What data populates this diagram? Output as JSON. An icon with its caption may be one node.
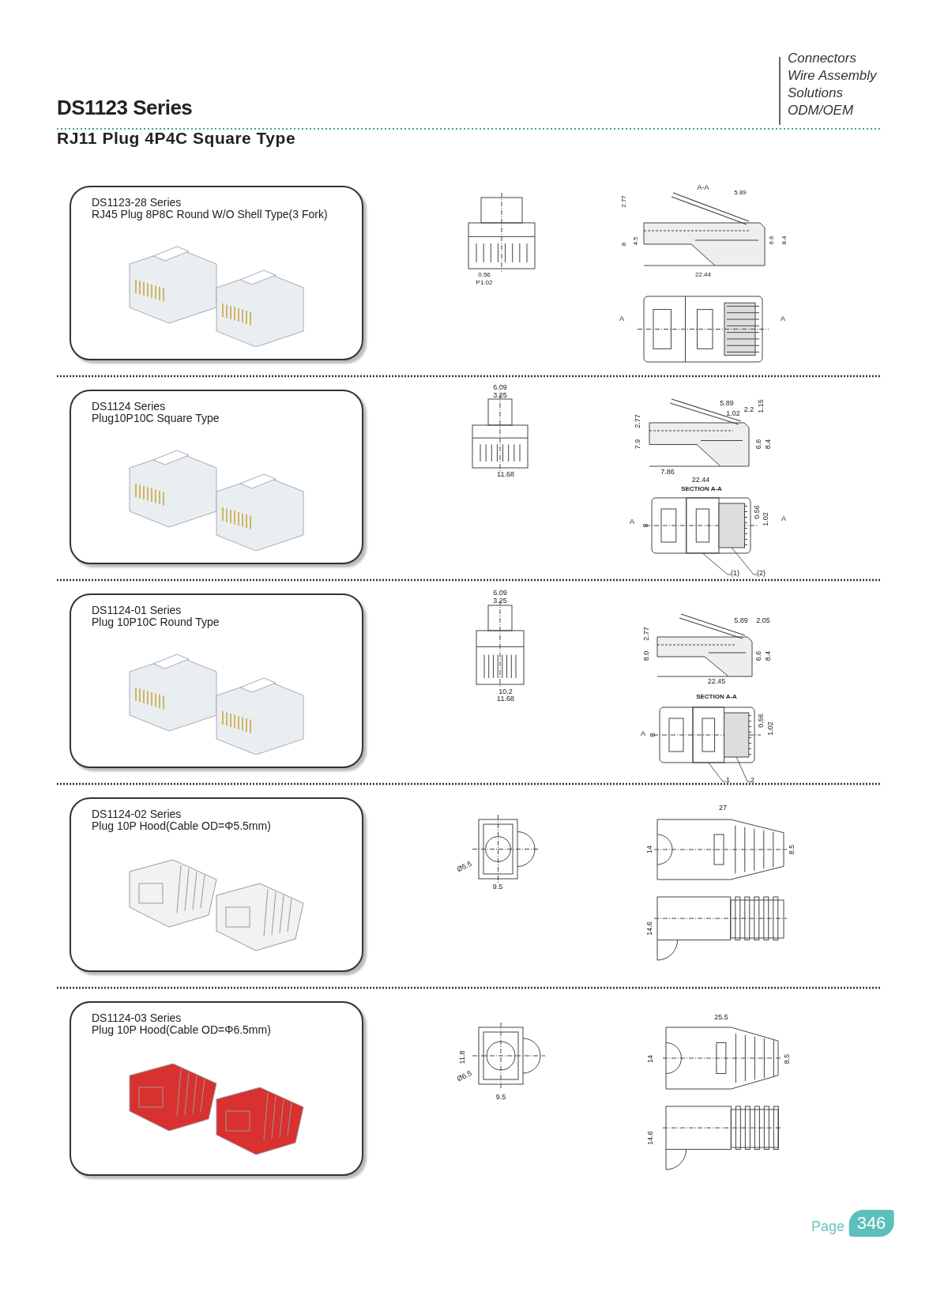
{
  "diagram": {
    "title": "DS1123 Series",
    "nodes": [
      {
        "text": [
          "DS1123-28 Series",
          "RJ45 Plug 8P8C Round W/O Shell Type(3 Fork)"
        ]
      },
      {
        "text": [
          "DS1124 Series",
          "Plug10P10C Square Type"
        ]
      },
      {
        "text": [
          "DS1124-01 Series",
          "Plug 10P10C Round Type"
        ]
      },
      {
        "text": [
          "DS1124-02 Series",
          "Plug 10P Hood(Cable OD=Φ5.5mm)"
        ]
      },
      {
        "text": [
          "DS1124-03 Series",
          "Plug 10P Hood(Cable OD=Φ6.5mm)"
        ]
      },
      {
        "text": [
          "(1)"
        ]
      },
      {
        "text": [
          "(2)"
        ]
      },
      {
        "text": [
          "1"
        ]
      },
      {
        "text": [
          "2"
        ]
      },
      {
        "text": [],
        "shape": "box"
      },
      {
        "text": [],
        "shape": "box"
      },
      {
        "text": [],
        "shape": "box"
      },
      {
        "text": [],
        "shape": "box"
      }
    ],
    "edges": [
      {
        "from": 5,
        "to": 9,
        "arrow": "none"
      },
      {
        "from": 6,
        "to": 10,
        "arrow": "none"
      },
      {
        "from": 7,
        "to": 11,
        "arrow": "none"
      },
      {
        "from": 8,
        "to": 12,
        "arrow": "none"
      }
    ],
    "labels": [
      "RJ11 Plug 4P4C Square Type",
      "Connectors",
      "Wire Assembly",
      "Solutions",
      "ODM/OEM",
      "0.56",
      "P1.02",
      "A-A",
      "5.89",
      "2.77",
      "8",
      "4.5",
      "6.6",
      "8.4",
      "22.44",
      "A",
      "A",
      "6.09",
      "3.25",
      "11.68",
      "5.89",
      "2.2",
      "1.15",
      "1.02",
      "2.77",
      "7.9",
      "6.6",
      "8.4",
      "7.86",
      "22.44",
      "SECTION A-A",
      "A",
      "8",
      "0.56",
      "1.02",
      "A",
      "6.09",
      "3.25",
      "10.2",
      "11.68",
      "5.89",
      "2.05",
      "2.77",
      "8.0",
      "6.6",
      "8.4",
      "22.45",
      "SECTION A-A",
      "A",
      "8",
      "0.56",
      "1.02",
      "Ø5.5",
      "9.5",
      "27",
      "14",
      "8.5",
      "14.6",
      "11.8",
      "Ø6.5",
      "9.5",
      "25.5",
      "14",
      "8.5",
      "14.6",
      "Page",
      "346"
    ]
  }
}
